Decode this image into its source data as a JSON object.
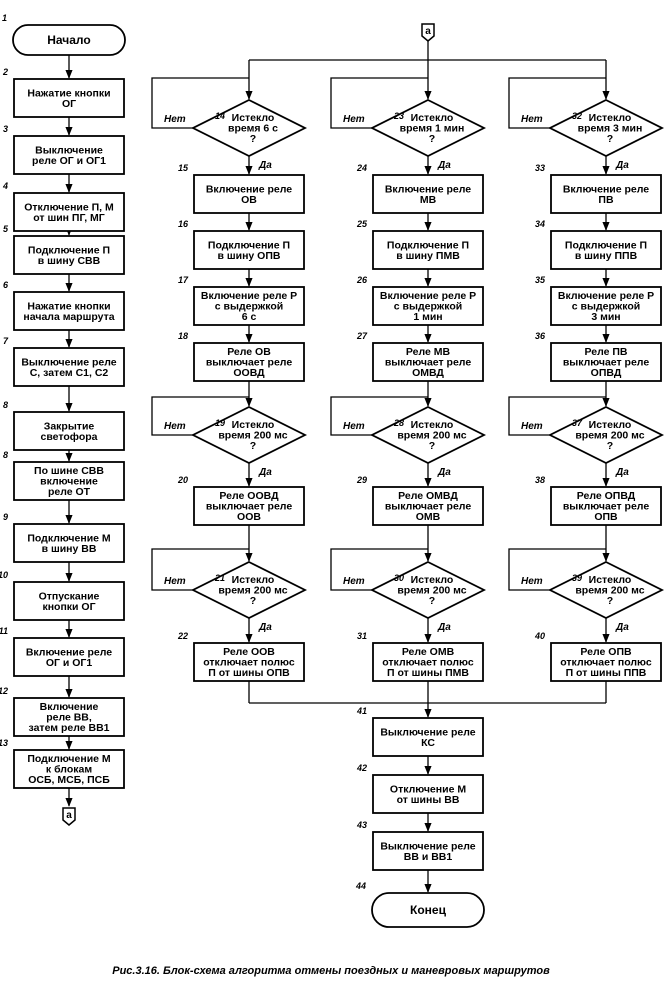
{
  "caption": "Рис.3.16. Блок-схема алгоритма отмены поездных и маневровых маршрутов",
  "connector": "а",
  "yes": "Да",
  "no": "Нет",
  "left_column": [
    {
      "n": "1",
      "lines": [
        "Начало"
      ]
    },
    {
      "n": "2",
      "lines": [
        "Нажатие кнопки",
        "ОГ"
      ]
    },
    {
      "n": "3",
      "lines": [
        "Выключение",
        "реле ОГ и ОГ1"
      ]
    },
    {
      "n": "4",
      "lines": [
        "Отключение  П, М",
        "от шин ПГ, МГ"
      ]
    },
    {
      "n": "5",
      "lines": [
        "Подключение  П",
        "в шину СВВ"
      ]
    },
    {
      "n": "6",
      "lines": [
        "Нажатие кнопки",
        "начала маршрута"
      ]
    },
    {
      "n": "7",
      "lines": [
        "Выключение реле",
        "С, затем С1, С2"
      ]
    },
    {
      "n": "8",
      "lines": [
        "Закрытие",
        "светофора"
      ]
    },
    {
      "n": "8",
      "lines": [
        "По шине СВВ",
        "включение",
        "реле ОТ"
      ]
    },
    {
      "n": "9",
      "lines": [
        "Подключение М",
        "в шину ВВ"
      ]
    },
    {
      "n": "10",
      "lines": [
        "Отпускание",
        "кнопки ОГ"
      ]
    },
    {
      "n": "11",
      "lines": [
        "Включение реле",
        "ОГ и ОГ1"
      ]
    },
    {
      "n": "12",
      "lines": [
        "Включение",
        "реле ВВ,",
        "затем реле ВВ1"
      ]
    },
    {
      "n": "13",
      "lines": [
        "Подключение М",
        "к блокам",
        "ОСБ, МСБ, ПСБ"
      ]
    }
  ],
  "branches": [
    {
      "d1": {
        "n": "14",
        "lines": [
          "Истекло",
          "время 6 с",
          "?"
        ]
      },
      "p15": {
        "n": "15",
        "lines": [
          "Включение реле",
          "ОВ"
        ]
      },
      "p16": {
        "n": "16",
        "lines": [
          "Подключение  П",
          "в шину ОПВ"
        ]
      },
      "p17": {
        "n": "17",
        "lines": [
          "Включение реле Р",
          "с выдержкой",
          "6 с"
        ]
      },
      "p18": {
        "n": "18",
        "lines": [
          "Реле ОВ",
          "выключает реле",
          "ООВД"
        ]
      },
      "d2": {
        "n": "19",
        "lines": [
          "Истекло",
          "время 200 мс",
          "?"
        ]
      },
      "p20": {
        "n": "20",
        "lines": [
          "Реле ООВД",
          "выключает реле",
          "ООВ"
        ]
      },
      "d3": {
        "n": "21",
        "lines": [
          "Истекло",
          "время 200 мс",
          "?"
        ]
      },
      "p22": {
        "n": "22",
        "lines": [
          "Реле ООВ",
          "отключает полюс",
          "П от шины ОПВ"
        ]
      }
    },
    {
      "d1": {
        "n": "23",
        "lines": [
          "Истекло",
          "время 1 мин",
          "?"
        ]
      },
      "p15": {
        "n": "24",
        "lines": [
          "Включение реле",
          "МВ"
        ]
      },
      "p16": {
        "n": "25",
        "lines": [
          "Подключение  П",
          "в шину ПМВ"
        ]
      },
      "p17": {
        "n": "26",
        "lines": [
          "Включение реле Р",
          "с выдержкой",
          "1 мин"
        ]
      },
      "p18": {
        "n": "27",
        "lines": [
          "Реле МВ",
          "выключает реле",
          "ОМВД"
        ]
      },
      "d2": {
        "n": "28",
        "lines": [
          "Истекло",
          "время 200 мс",
          "?"
        ]
      },
      "p20": {
        "n": "29",
        "lines": [
          "Реле ОМВД",
          "выключает реле",
          "ОМВ"
        ]
      },
      "d3": {
        "n": "30",
        "lines": [
          "Истекло",
          "время 200 мс",
          "?"
        ]
      },
      "p22": {
        "n": "31",
        "lines": [
          "Реле ОМВ",
          "отключает полюс",
          "П от шины ПМВ"
        ]
      }
    },
    {
      "d1": {
        "n": "32",
        "lines": [
          "Истекло",
          "время 3 мин",
          "?"
        ]
      },
      "p15": {
        "n": "33",
        "lines": [
          "Включение реле",
          "ПВ"
        ]
      },
      "p16": {
        "n": "34",
        "lines": [
          "Подключение  П",
          "в шину ППВ"
        ]
      },
      "p17": {
        "n": "35",
        "lines": [
          "Включение реле Р",
          "с выдержкой",
          "3 мин"
        ]
      },
      "p18": {
        "n": "36",
        "lines": [
          "Реле ПВ",
          "выключает реле",
          "ОПВД"
        ]
      },
      "d2": {
        "n": "37",
        "lines": [
          "Истекло",
          "время 200 мс",
          "?"
        ]
      },
      "p20": {
        "n": "38",
        "lines": [
          "Реле ОПВД",
          "выключает реле",
          "ОПВ"
        ]
      },
      "d3": {
        "n": "39",
        "lines": [
          "Истекло",
          "время 200 мс",
          "?"
        ]
      },
      "p22": {
        "n": "40",
        "lines": [
          "Реле ОПВ",
          "отключает полюс",
          "П от шины ППВ"
        ]
      }
    }
  ],
  "bottom_column": [
    {
      "n": "41",
      "lines": [
        "Выключение реле",
        "КС"
      ]
    },
    {
      "n": "42",
      "lines": [
        "Отключение М",
        "от шины ВВ"
      ]
    },
    {
      "n": "43",
      "lines": [
        "Выключение реле",
        "ВВ и ВВ1"
      ]
    },
    {
      "n": "44",
      "lines": [
        "Конец"
      ]
    }
  ]
}
